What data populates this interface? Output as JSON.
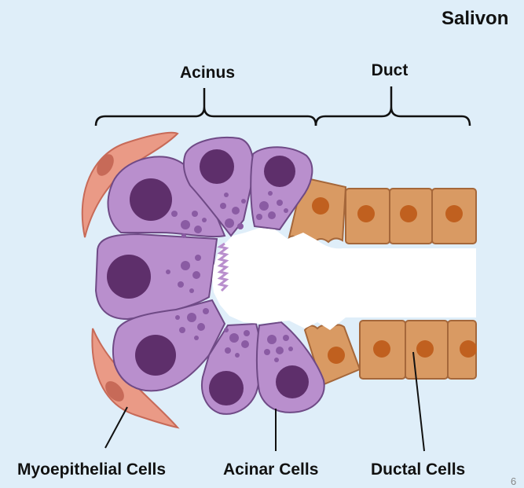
{
  "brand": "Salivon",
  "page_number": "6",
  "labels": {
    "acinus": "Acinus",
    "duct": "Duct",
    "myoepithelial": "Myoepithelial Cells",
    "acinar": "Acinar Cells",
    "ductal": "Ductal Cells"
  },
  "colors": {
    "background": "#dfeef9",
    "acinar_fill": "#b98fcd",
    "acinar_stroke": "#6f4a86",
    "nucleus": "#5e2f6b",
    "granule": "#8a5ba3",
    "ductal_fill": "#d99a63",
    "ductal_stroke": "#a5673a",
    "ductal_nucleus": "#c0601f",
    "myo_fill": "#ea9a86",
    "myo_stroke": "#c76a58"
  }
}
